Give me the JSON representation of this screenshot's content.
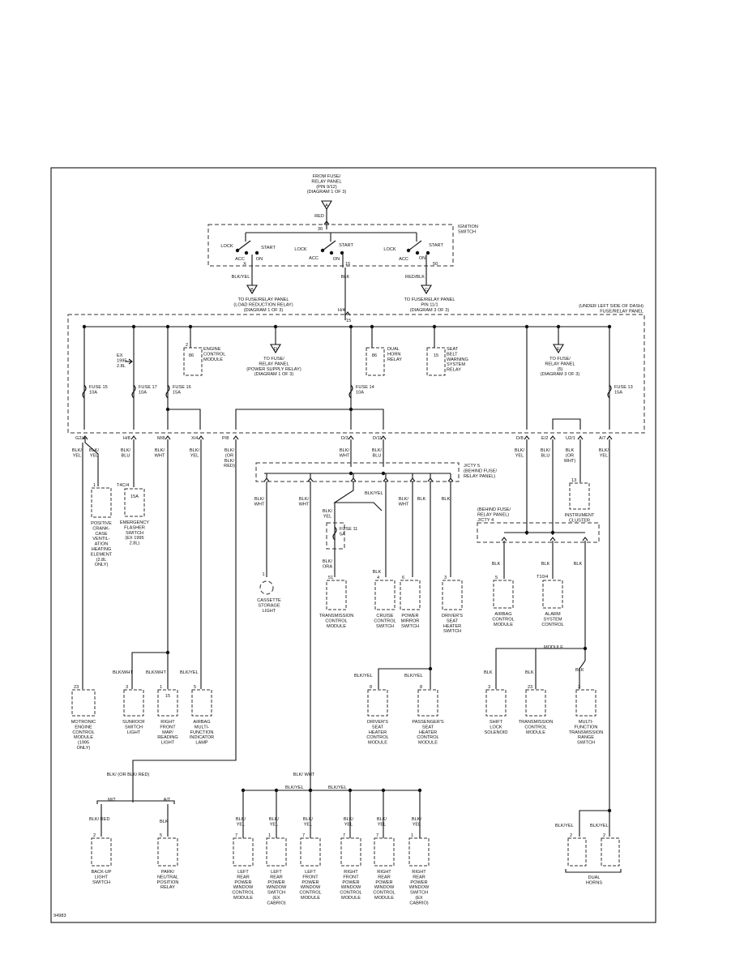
{
  "source": {
    "from": [
      "FROM FUSE/",
      "RELAY PANEL",
      "(PIN 9/12)",
      "(DIAGRAM 1 OF 3)"
    ],
    "wire": "RED",
    "conn": "A"
  },
  "ignition": {
    "title": [
      "IGNITION",
      "SWITCH"
    ],
    "pin_in": "30",
    "lock": "LOCK",
    "start": "START",
    "acc": "ACC",
    "on": "ON",
    "out_x": "X",
    "out_15": "15",
    "out_50": "50"
  },
  "ign_outputs": {
    "b": {
      "wire": "BLK/YEL",
      "conn": "B",
      "text": [
        "TO FUSE/RELAY PANEL",
        "(LOAD REDUCTION RELAY)",
        "(DIAGRAM 1 OF 3)"
      ]
    },
    "mid_wire": "BLK",
    "c": {
      "wire": "RED/BLK",
      "conn": "C",
      "text": [
        "TO FUSE/RELAY PANEL",
        "PIN 11/1",
        "(DIAGRAM 3 OF 3)"
      ]
    }
  },
  "fuse_panel": {
    "label": [
      "(UNDER LEFT SIDE OF DASH)",
      "FUSE/RELAY PANEL"
    ],
    "pin_h4": "H/4",
    "pin_15": "15"
  },
  "panel_items": {
    "ex1995": [
      "EX",
      "1995",
      "2.8L"
    ],
    "ecm": {
      "pin": "2",
      "num": "86",
      "label": [
        "ENGINE",
        "CONTROL",
        "MODULE"
      ]
    },
    "d": {
      "conn": "D",
      "text": [
        "TO FUSE/",
        "RELAY PANEL",
        "(POWER SUPPLY RELAY)",
        "(DIAGRAM 1 OF 3)"
      ]
    },
    "horn_relay": {
      "num": "86",
      "label": [
        "DUAL",
        "HORN",
        "RELAY"
      ]
    },
    "seat_belt": {
      "num": "15",
      "label": [
        "SEAT",
        "BELT",
        "WARNING",
        "SYSTEM",
        "RELAY"
      ]
    },
    "e": {
      "conn": "E",
      "text": [
        "TO FUSE/",
        "RELAY PANEL",
        "(5)",
        "(DIAGRAM 3 OF 3)"
      ]
    }
  },
  "fuses": {
    "f15": [
      "FUSE 15",
      "10A"
    ],
    "f17": [
      "FUSE 17",
      "10A"
    ],
    "f16": [
      "FUSE 16",
      "15A"
    ],
    "f14": [
      "FUSE 14",
      "10A"
    ],
    "f13": [
      "FUSE 13",
      "15A"
    ],
    "f11": [
      "FUSE 11",
      "5A"
    ]
  },
  "pins": {
    "g2_4": "G2/4",
    "h_8": "H/8",
    "m_8": "M/8",
    "x_4": "X/4",
    "p_8": "P/8",
    "d_3": "D/3",
    "d_11": "D/11",
    "d_8": "D/8",
    "e_2": "E/2",
    "u2_1": "U2/1",
    "a_7": "A/7"
  },
  "wires": {
    "blk_yel": "BLK/ YEL",
    "blk_blu": "BLK/ BLU",
    "blk_wht": "BLK/ WHT",
    "blk_orblk_red": "BLK/ (OR BLK/ RED)",
    "blk_orwht": "BLK (OR WHT)",
    "blk": "BLK",
    "blk_ora": "BLK/ ORA",
    "blk_red": "BLK/ RED",
    "blk_yel_s": "BLK/YEL",
    "blk_wht_s": "BLK/WHT"
  },
  "jctr": {
    "label": [
      "J/CTY 5",
      "(BEHIND FUSE/",
      "RELAY PANEL)"
    ]
  },
  "jctr2": {
    "label": [
      "(BEHIND FUSE/",
      "RELAY PANEL)",
      "J/CTY 4"
    ]
  },
  "components": {
    "pcv": {
      "pin": "1",
      "label": [
        "POSITIVE",
        "CRANK-",
        "CASE",
        "VENTIL-",
        "ATION",
        "HEATING",
        "ELEMENT",
        "(2.8L",
        "ONLY)"
      ]
    },
    "flasher": {
      "conn": "T4C/4",
      "num": "15A",
      "label": [
        "EMERGENCY",
        "FLASHER",
        "SWITCH",
        "(EX 1995",
        "2.8L)"
      ]
    },
    "cassette": {
      "pin": "1",
      "label": [
        "CASSETTE",
        "STORAGE",
        "LIGHT"
      ]
    },
    "tcm": {
      "pin": "51",
      "label": [
        "TRANSMISSION",
        "CONTROL",
        "MODULE"
      ]
    },
    "cruise": {
      "pin": "4",
      "label": [
        "CRUISE",
        "CONTROL",
        "SWITCH"
      ]
    },
    "mirror": {
      "pin": "6",
      "label": [
        "POWER",
        "MIRROR",
        "SWITCH"
      ]
    },
    "drv_seat_sw": {
      "pin": "3",
      "label": [
        "DRIVER'S",
        "SEAT",
        "HEATER",
        "SWITCH"
      ]
    },
    "cluster": {
      "pin": "13",
      "label": [
        "INSTRUMENT",
        "CLUSTER"
      ]
    },
    "airbag_cm": {
      "pin": "5",
      "label": [
        "AIRBAG",
        "CONTROL",
        "MODULE"
      ]
    },
    "alarm": {
      "conn": "T10/4",
      "label": [
        "ALARM",
        "SYSTEM",
        "CONTROL"
      ]
    },
    "motronic": {
      "pin": "23",
      "label": [
        "MOTRONIC",
        "ENGINE",
        "CONTROL",
        "MODULE",
        "(1995",
        "ONLY)"
      ]
    },
    "sunroof": {
      "pin": "3",
      "label": [
        "SUNROOF",
        "SWITCH",
        "LIGHT"
      ]
    },
    "reading": {
      "pin": "1",
      "num": "15",
      "label": [
        "RIGHT",
        "FRONT",
        "MAP/",
        "READING",
        "LIGHT"
      ]
    },
    "airbag_lamp": {
      "pin": "5",
      "label": [
        "AIRBAG",
        "MULTI-",
        "FUNCTION",
        "INDICATOR",
        "LAMP"
      ]
    },
    "drv_seat_cm": {
      "pin": "8",
      "label": [
        "DRIVER'S",
        "SEAT",
        "HEATER",
        "CONTROL",
        "MODULE"
      ]
    },
    "pas_seat_cm": {
      "pin": "8",
      "label": [
        "PASSENGER'S",
        "SEAT",
        "HEATER",
        "CONTROL",
        "MODULE"
      ]
    },
    "module_label": "MODULE",
    "shift_lock": {
      "pin": "3",
      "label": [
        "SHIFT",
        "LOCK",
        "SOLENOID"
      ]
    },
    "tcm2": {
      "pin": "23",
      "label": [
        "TRANSMISSION",
        "CONTROL",
        "MODULE"
      ]
    },
    "mfrs": {
      "pin": "3",
      "label": [
        "MULTI-",
        "FUNCTION",
        "TRANSMISSION",
        "RANGE",
        "SWITCH"
      ]
    },
    "mt": "M/T",
    "at": "A/T",
    "backup": {
      "pin": "2",
      "label": [
        "BACK-UP",
        "LIGHT",
        "SWITCH"
      ]
    },
    "park": {
      "pin": "5",
      "label": [
        "PARK/",
        "NEUTRAL",
        "POSITION",
        "RELAY"
      ]
    },
    "lr_win_cm": {
      "pin": "7",
      "label": [
        "LEFT",
        "REAR",
        "POWER",
        "WINDOW",
        "CONTROL",
        "MODULE"
      ]
    },
    "lr_win_sw": {
      "pin": "1",
      "label": [
        "LEFT",
        "REAR",
        "POWER",
        "WINDOW",
        "SWITCH",
        "(EX",
        "CABRIO)"
      ]
    },
    "lf_win_cm": {
      "pin": "7",
      "label": [
        "LEFT",
        "FRONT",
        "POWER",
        "WINDOW",
        "CONTROL",
        "MODULE"
      ]
    },
    "rf_win_cm": {
      "pin": "7",
      "label": [
        "RIGHT",
        "FRONT",
        "POWER",
        "WINDOW",
        "CONTROL",
        "MODULE"
      ]
    },
    "rr_win_cm": {
      "pin": "7",
      "label": [
        "RIGHT",
        "REAR",
        "POWER",
        "WINDOW",
        "CONTROL",
        "MODULE"
      ]
    },
    "rr_win_sw": {
      "pin": "1",
      "label": [
        "RIGHT",
        "REAR",
        "POWER",
        "WINDOW",
        "SWITCH",
        "(EX",
        "CABRIO)"
      ]
    },
    "horns": {
      "pin_a": "2",
      "pin_b": "2",
      "label": [
        "DUAL",
        "HORNS"
      ]
    }
  },
  "figure_id": "94983"
}
